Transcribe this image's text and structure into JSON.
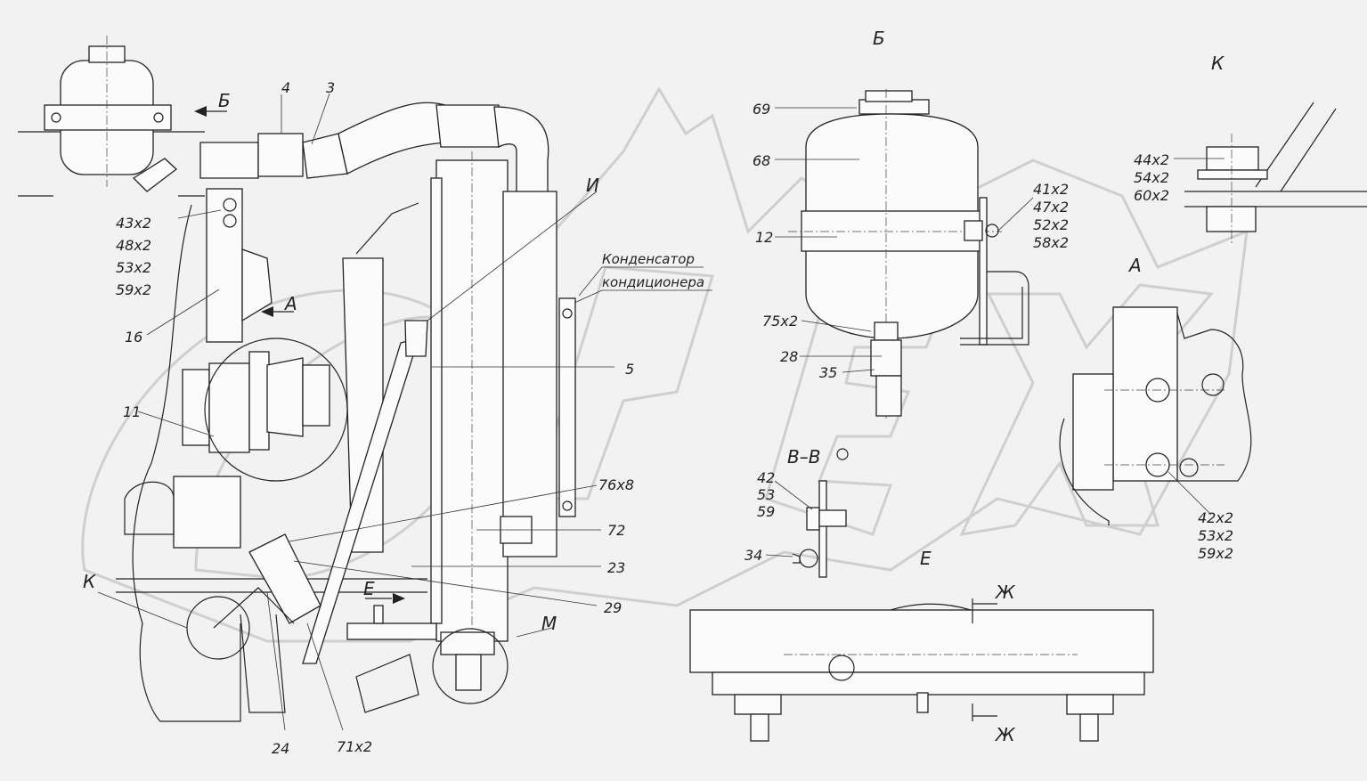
{
  "view_labels": {
    "b_top": "Б",
    "b_view": "Б",
    "k_view": "К",
    "k_left": "К",
    "a_view": "А",
    "a_arrow": "А",
    "i_label": "И",
    "m_label": "М",
    "e_view": "Е",
    "e_arrow": "Е",
    "section_vv": "В–В",
    "zh_top": "Ж",
    "zh_bottom": "Ж"
  },
  "callouts": {
    "c3": "3",
    "c4": "4",
    "c43": "43x2",
    "c48": "48x2",
    "c53": "53x2",
    "c59": "59x2",
    "c16": "16",
    "c11": "11",
    "c5": "5",
    "c76": "76x8",
    "c72": "72",
    "c23": "23",
    "c29": "29",
    "c24": "24",
    "c71": "71x2",
    "cond1": "Конденсатор",
    "cond2": "кондиционера",
    "c69": "69",
    "c68": "68",
    "c12": "12",
    "c41": "41x2",
    "c47": "47x2",
    "c52": "52x2",
    "c58": "58x2",
    "c75": "75x2",
    "c28": "28",
    "c35": "35",
    "c44": "44x2",
    "c54": "54x2",
    "c60": "60x2",
    "c42a": "42x2",
    "c53a": "53x2",
    "c59a": "59x2",
    "c42b": "42",
    "c53b": "53",
    "c59b": "59",
    "c34": "34"
  }
}
